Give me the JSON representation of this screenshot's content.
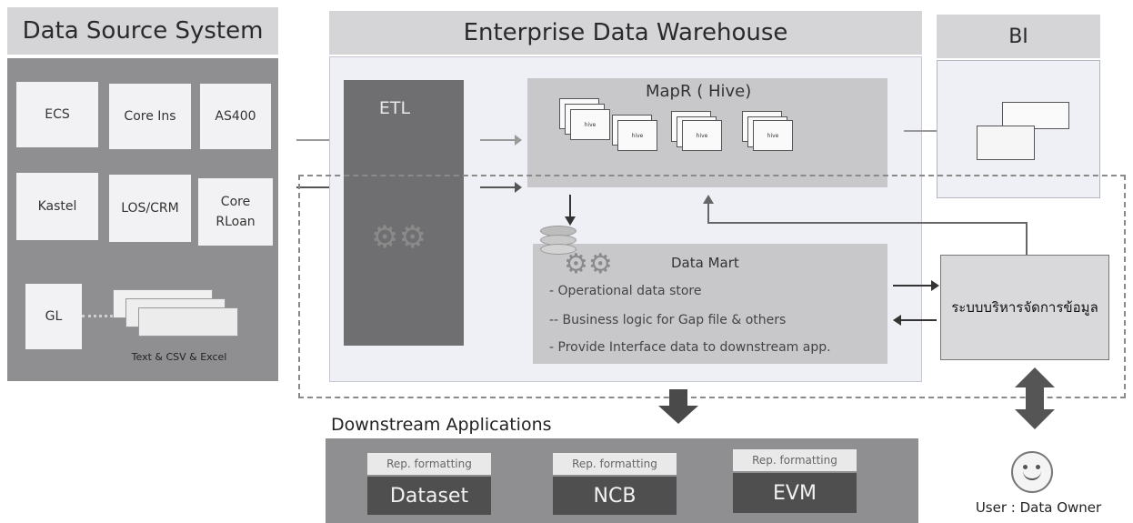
{
  "source": {
    "title": "Data Source System",
    "systems": [
      "ECS",
      "Core Ins",
      "AS400",
      "Kastel",
      "LOS/CRM",
      "Core",
      "RLoan",
      "GL"
    ],
    "files_caption": "Text & CSV & Excel"
  },
  "edw": {
    "title": "Enterprise Data Warehouse",
    "etl_label": "ETL",
    "mapr_title": "MapR ( Hive)",
    "hive_label": "hive",
    "datamart": {
      "title": "Data Mart",
      "lines": [
        "- Operational data store",
        "-- Business logic for Gap file & others",
        "- Provide Interface data to downstream app."
      ]
    }
  },
  "bi": {
    "title": "BI"
  },
  "data_mgmt": {
    "label": "ระบบบริหารจัดการข้อมูล"
  },
  "downstream": {
    "title": "Downstream Applications",
    "apps": [
      {
        "format_label": "Rep. formatting",
        "name": "Dataset"
      },
      {
        "format_label": "Rep. formatting",
        "name": "NCB"
      },
      {
        "format_label": "Rep. formatting",
        "name": "EVM"
      }
    ]
  },
  "user": {
    "label": "User : Data Owner"
  }
}
